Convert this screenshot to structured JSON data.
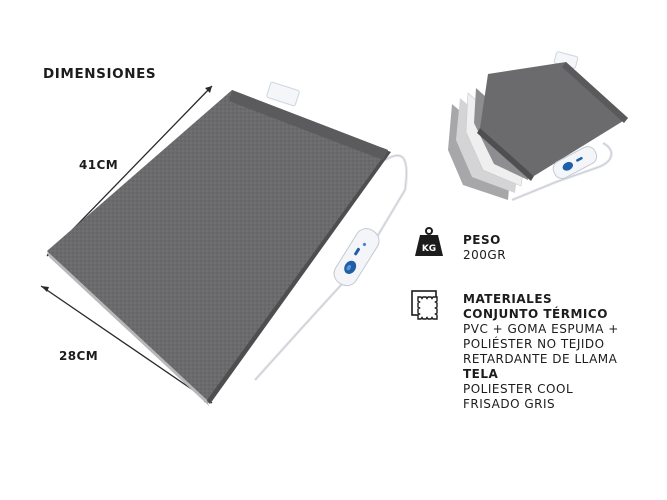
{
  "heading": "DIMENSIONES",
  "dimensions": {
    "height_label": "41CM",
    "width_label": "28CM"
  },
  "specs": {
    "weight": {
      "icon": "weight-kg-icon",
      "icon_text": "KG",
      "title": "PESO",
      "value": "200GR"
    },
    "materials": {
      "icon": "fabric-layers-icon",
      "title": "MATERIALES",
      "set_title": "CONJUNTO TÉRMICO",
      "set_lines": [
        "PVC + GOMA ESPUMA +",
        "POLIÉSTER NO TEJIDO",
        "RETARDANTE DE LLAMA"
      ],
      "fabric_title": "TELA",
      "fabric_lines": [
        "POLIESTER COOL",
        "FRISADO GRIS"
      ]
    }
  },
  "colors": {
    "pad": "#6b6b6d",
    "pad_dark": "#4e4e50",
    "controller": "#f3f5f8",
    "controller_button": "#1f5fa8",
    "text": "#1c1c1c"
  }
}
